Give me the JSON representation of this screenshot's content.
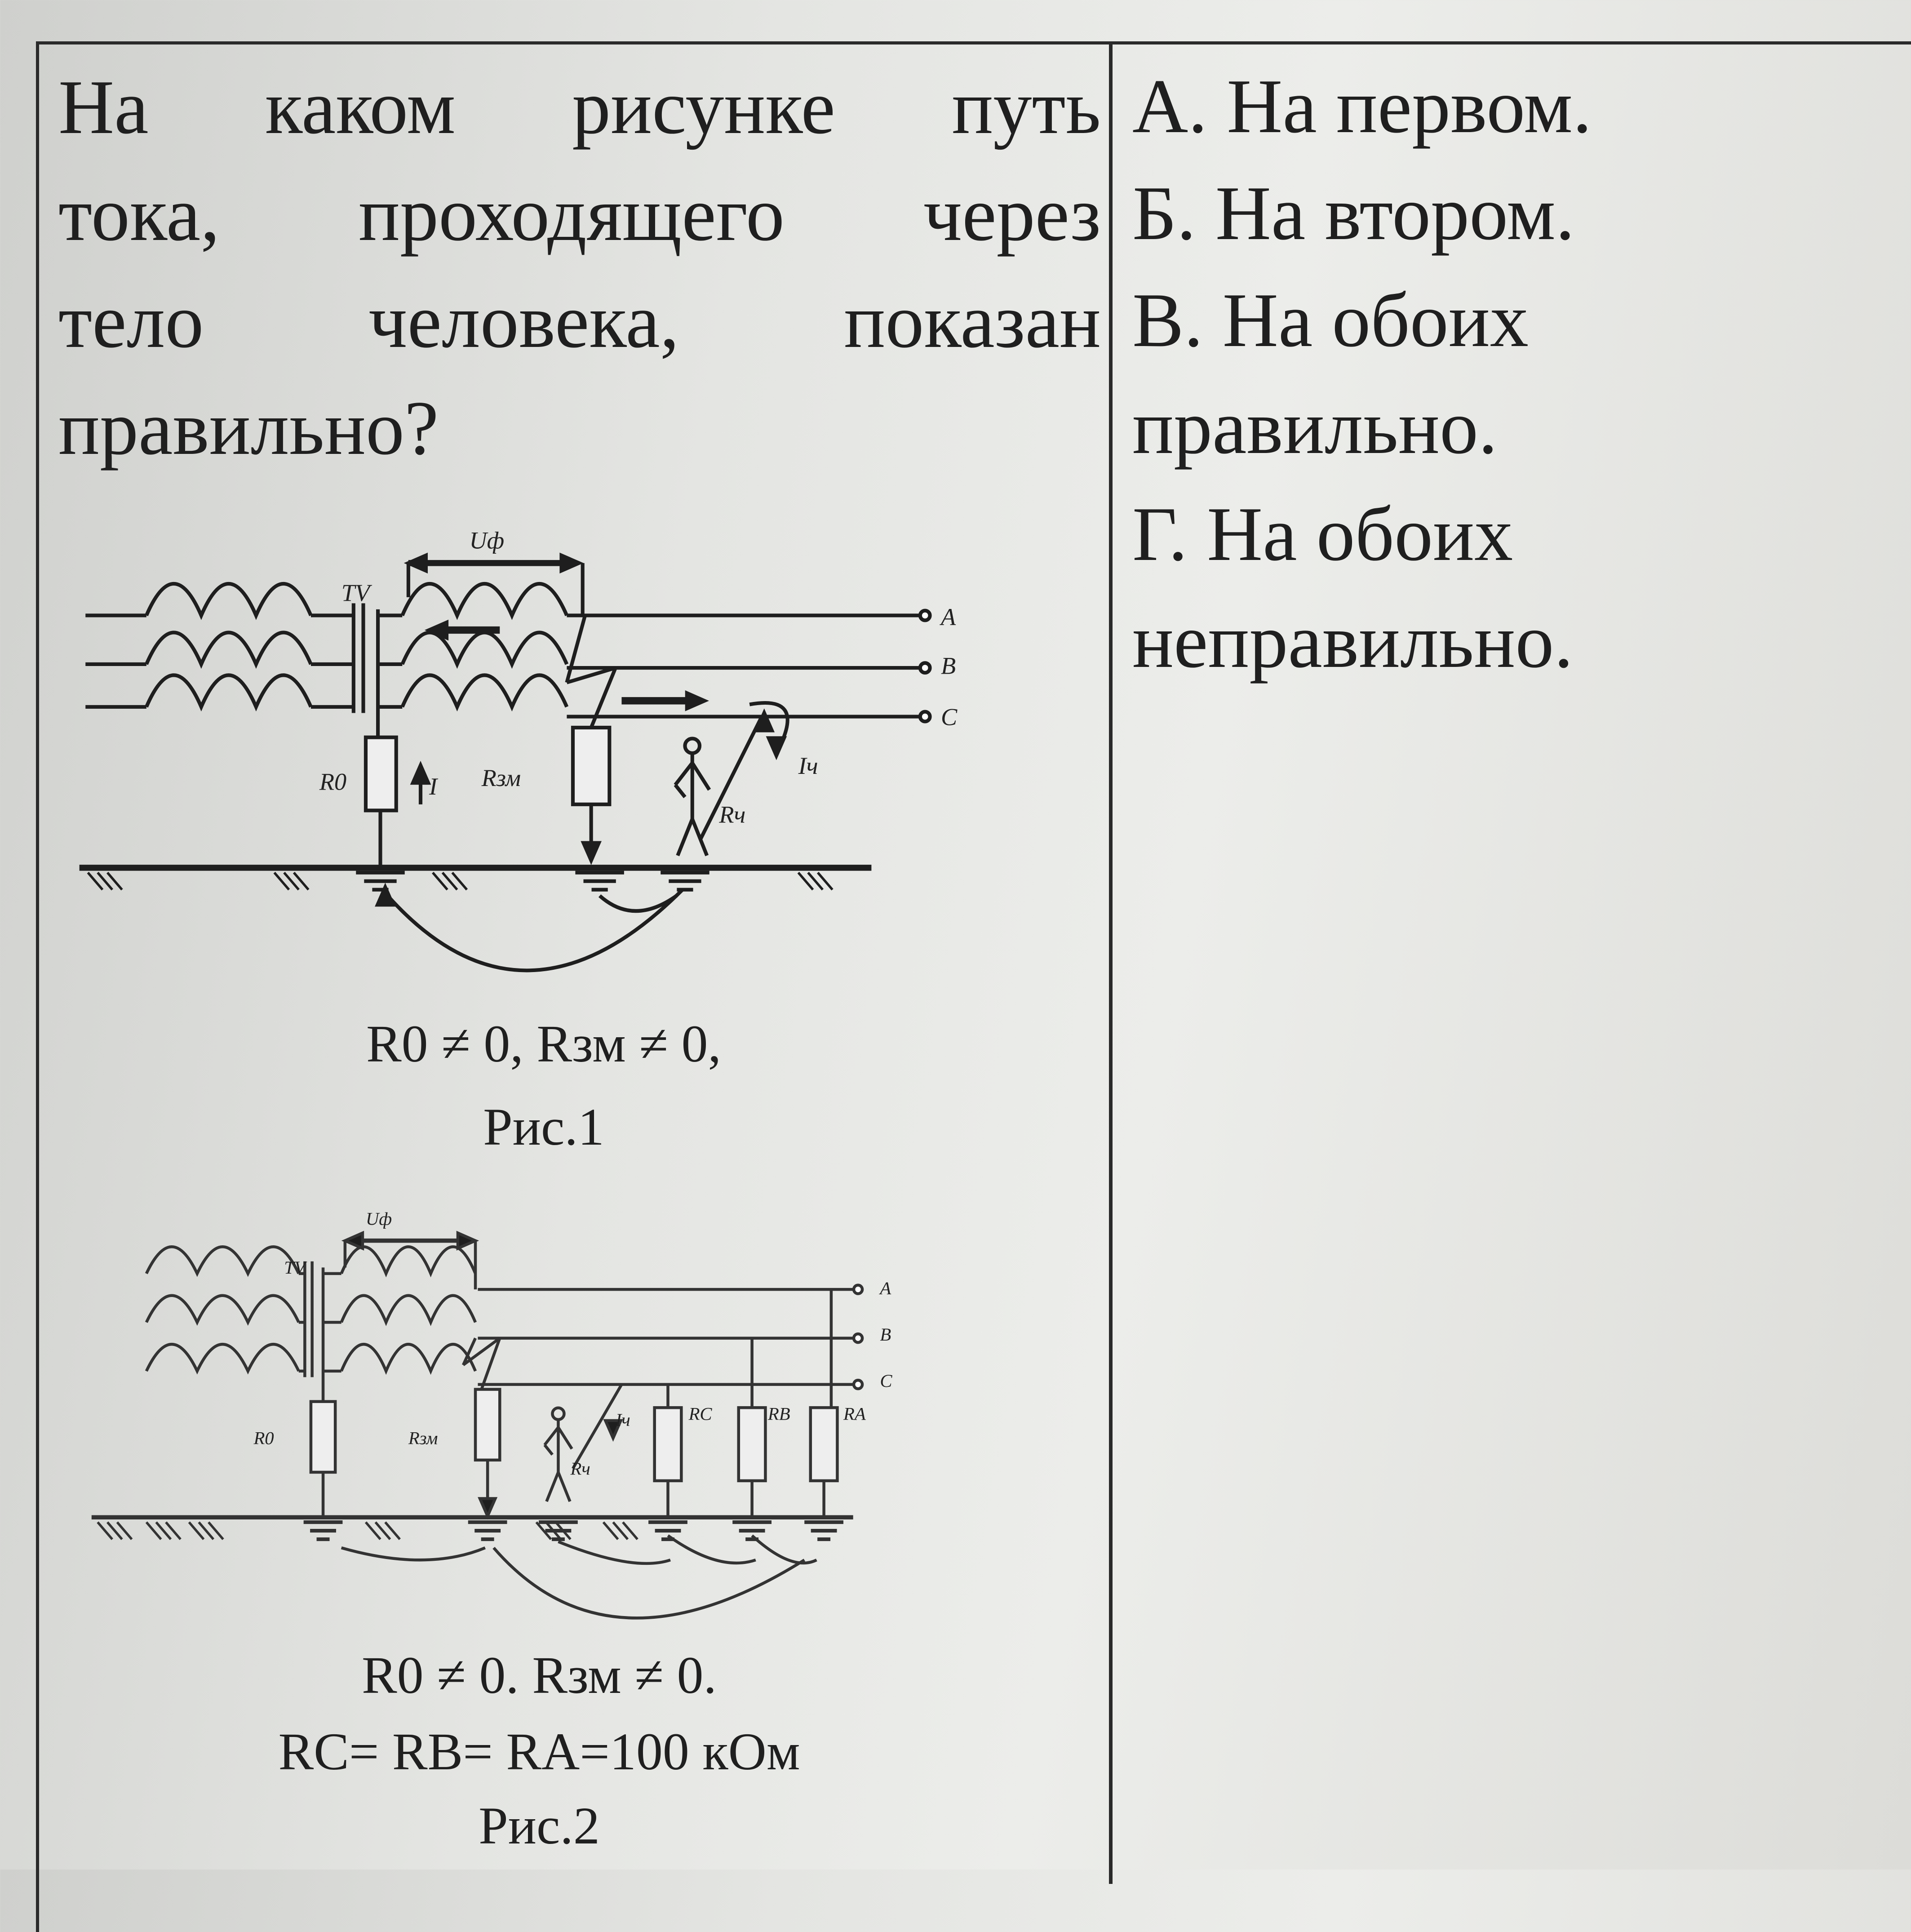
{
  "question": {
    "lines": [
      "На каком рисунке путь",
      "тока, проходящего через",
      "тело человека, показан",
      "правильно?"
    ]
  },
  "answers": [
    "А. На первом.",
    "Б. На втором.",
    "В. На обоих",
    "правильно.",
    "Г.  На обоих",
    "неправильно."
  ],
  "figure1": {
    "labels": {
      "tv": "TV",
      "uf": "Uф",
      "a": "A",
      "b": "B",
      "c": "C",
      "r0": "R0",
      "i": "I",
      "rzm": "Rзм",
      "ich": "Iч",
      "rch": "Rч"
    },
    "caption_line1": "R0 ≠ 0, Rзм ≠ 0,",
    "caption_line2": "Рис.1"
  },
  "figure2": {
    "labels": {
      "tv": "TV",
      "uf": "Uф",
      "a": "A",
      "b": "B",
      "c": "C",
      "r0": "R0",
      "rzm": "Rзм",
      "ich": "Iч",
      "rch": "Rч",
      "rc": "RC",
      "rb": "RB",
      "ra": "RA"
    },
    "caption_line1": "R0 ≠ 0. Rзм ≠ 0.",
    "caption_line2": "RC= RB= RA=100 кОм",
    "caption_line3": "Рис.2"
  }
}
